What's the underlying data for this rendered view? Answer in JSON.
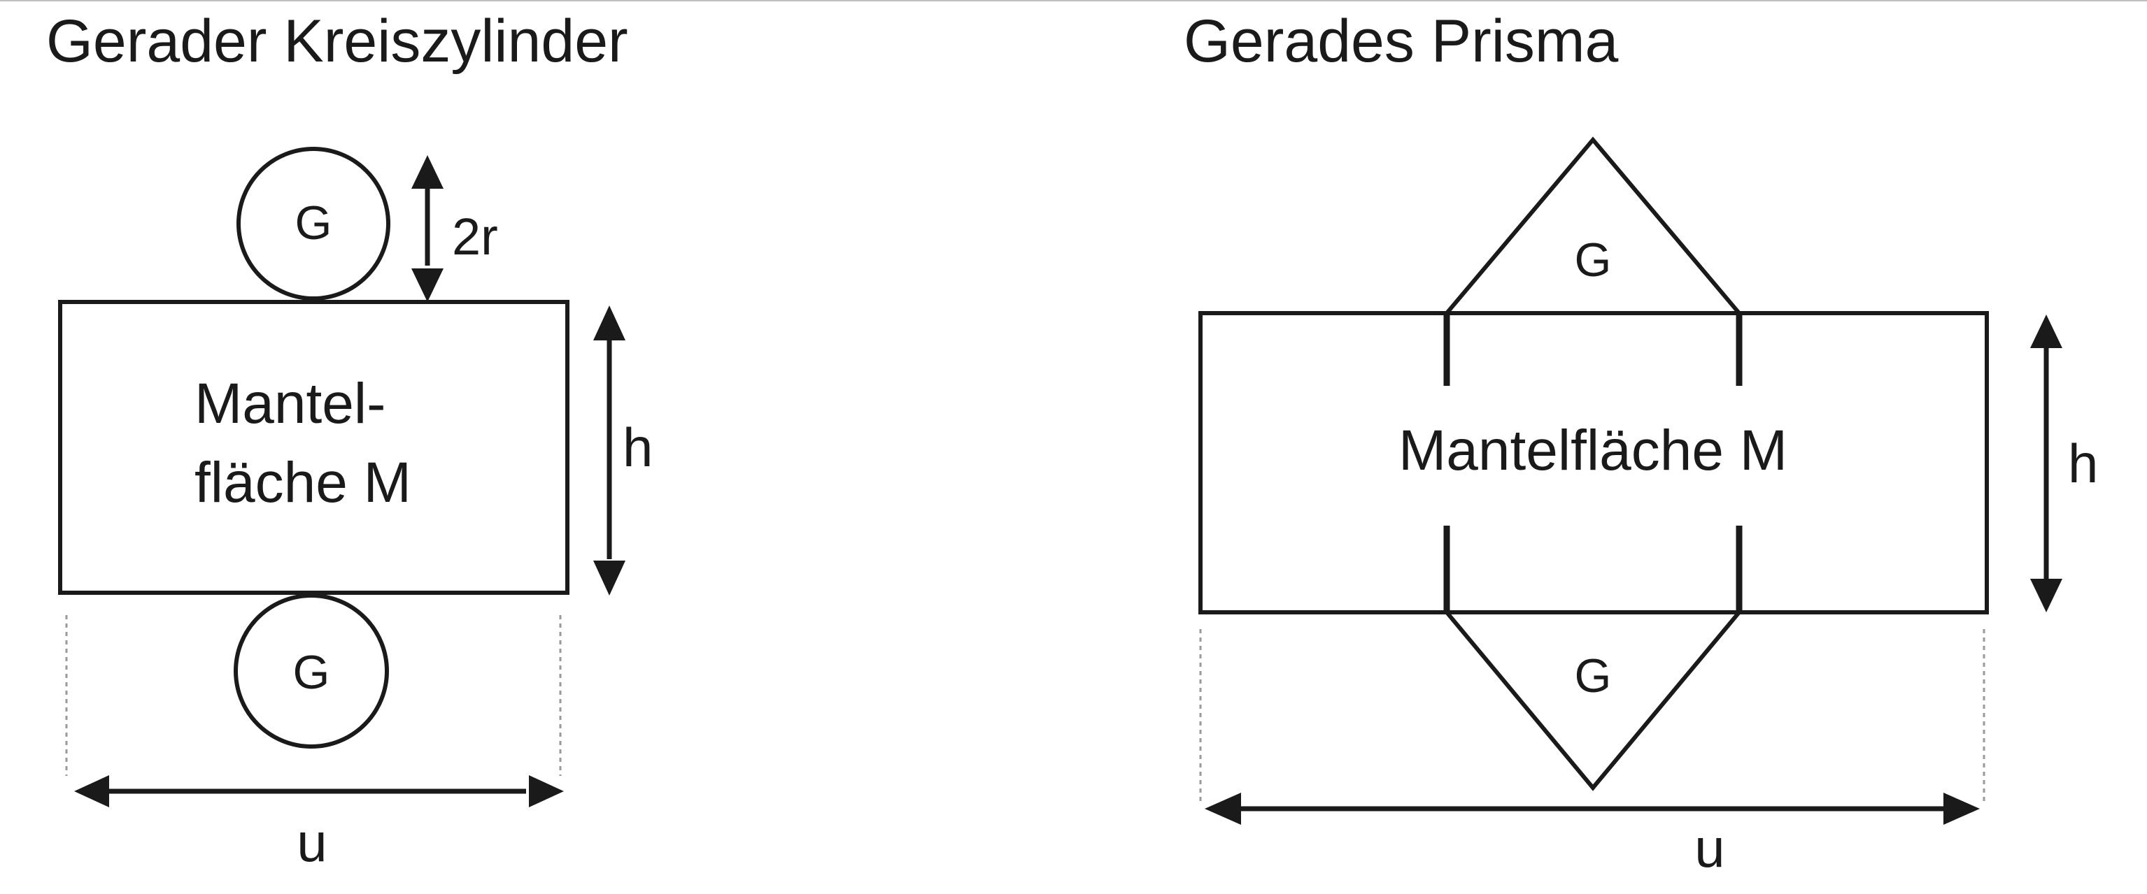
{
  "panels": {
    "cylinder": {
      "title": "Gerader Kreiszylinder",
      "base_top_label": "G",
      "base_bottom_label": "G",
      "lateral_label_line1": "Mantel-",
      "lateral_label_line2": "fläche M",
      "diameter_label": "2r",
      "height_label": "h",
      "circumference_label": "u"
    },
    "prism": {
      "title": "Gerades Prisma",
      "base_top_label": "G",
      "base_bottom_label": "G",
      "lateral_label": "Mantelfläche M",
      "height_label": "h",
      "circumference_label": "u"
    }
  }
}
